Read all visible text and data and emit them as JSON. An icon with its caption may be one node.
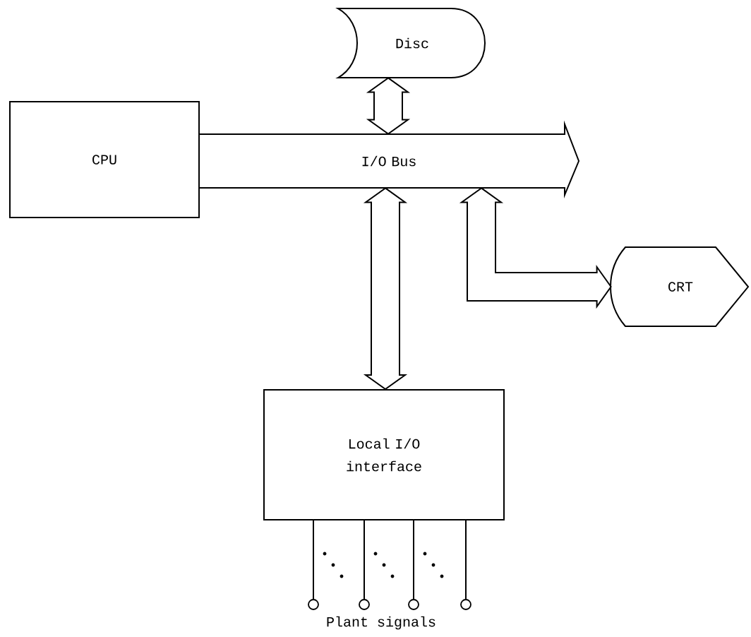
{
  "diagram": {
    "nodes": [
      {
        "text": [
          "CPU"
        ]
      },
      {
        "text": [
          "I/O Bus"
        ]
      },
      {
        "text": [
          "Disc"
        ]
      },
      {
        "text": [
          "CRT"
        ]
      },
      {
        "text": [
          "Local I/O interface"
        ]
      },
      {
        "text": [],
        "shape": "circle"
      },
      {
        "text": [],
        "shape": "circle"
      },
      {
        "text": [],
        "shape": "circle"
      },
      {
        "text": [],
        "shape": "circle"
      }
    ],
    "edges": [
      {
        "from": 1,
        "to": 2,
        "arrow": "both"
      },
      {
        "from": 1,
        "to": 4,
        "arrow": "both"
      },
      {
        "from": 1,
        "to": 3,
        "arrow": "both"
      },
      {
        "from": 4,
        "to": 5,
        "arrow": "none"
      },
      {
        "from": 4,
        "to": 6,
        "arrow": "none"
      },
      {
        "from": 4,
        "to": 7,
        "arrow": "none"
      },
      {
        "from": 4,
        "to": 8,
        "arrow": "none"
      }
    ],
    "labels": [
      "Plant signals"
    ]
  }
}
